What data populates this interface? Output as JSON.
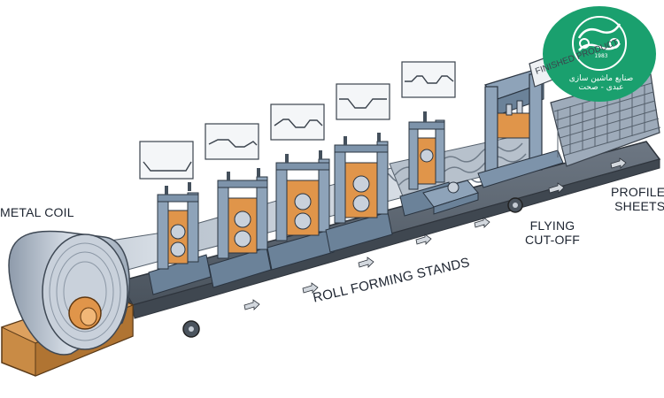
{
  "labels": {
    "metal_coil": "METAL COIL",
    "roll_forming": "ROLL FORMING STANDS",
    "flying_cutoff": [
      "FLYING",
      "CUT-OFF"
    ],
    "profile_sheets": [
      "PROFILE",
      "SHEETS"
    ],
    "finished_sign": "FINISHED PRODUCT"
  },
  "logo": {
    "brand_line1": "صنایع ماشین سازی",
    "brand_line2": "عبدی - صحت",
    "year": "1983"
  },
  "colors": {
    "steel": "#aeb9c6",
    "frame": "#7d93aa",
    "roller_orange": "#e0954a",
    "conveyor": "#5c6672",
    "wood": "#c98b45",
    "logo_green": "#1aa06e"
  },
  "profile_stages": [
    "flat-bend",
    "shallow-ribs",
    "trapezoid",
    "deeper-trapezoid",
    "full-wave"
  ]
}
